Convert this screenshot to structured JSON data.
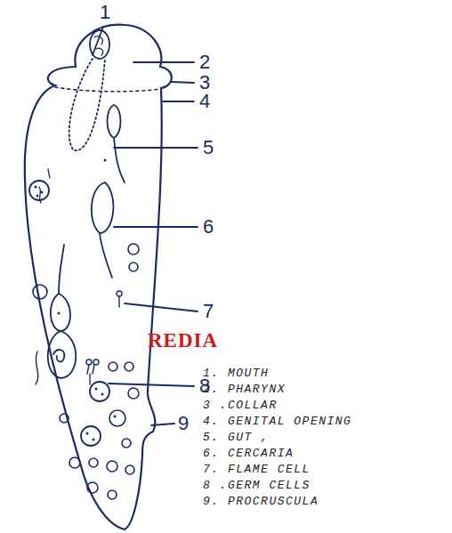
{
  "diagram": {
    "title": "REDIA",
    "labels": [
      "1",
      "2",
      "3",
      "4",
      "5",
      "6",
      "7",
      "8",
      "9",
      "1. MOUTH",
      "2. PHARYNX",
      "3 .COLLAR",
      "4. GENITAL OPENING",
      "5. GUT ,",
      "6. CERCARIA",
      "7. FLAME CELL",
      "8 .GERM CELLS",
      "9. PROCRUSCULA"
    ]
  }
}
